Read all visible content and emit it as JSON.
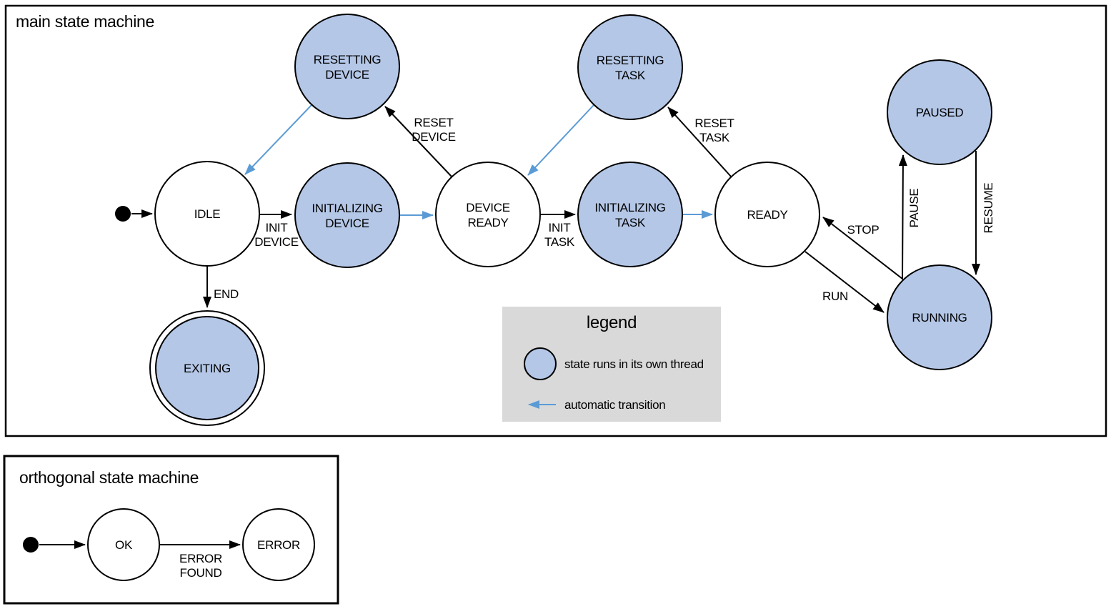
{
  "colors": {
    "threaded_state_fill": "#b4c7e7",
    "automatic_transition_blue": "#5b9bd5",
    "legend_background": "#d9d9d9",
    "ink": "#000000"
  },
  "main": {
    "title": "main state machine",
    "states": {
      "idle": "IDLE",
      "resetting_device": [
        "RESETTING",
        "DEVICE"
      ],
      "initializing_device": [
        "INITIALIZING",
        "DEVICE"
      ],
      "device_ready": [
        "DEVICE",
        "READY"
      ],
      "resetting_task": [
        "RESETTING",
        "TASK"
      ],
      "initializing_task": [
        "INITIALIZING",
        "TASK"
      ],
      "ready": "READY",
      "paused": "PAUSED",
      "running": "RUNNING",
      "exiting": "EXITING"
    },
    "transitions": {
      "init_device": [
        "INIT",
        "DEVICE"
      ],
      "reset_device": [
        "RESET",
        "DEVICE"
      ],
      "init_task": [
        "INIT",
        "TASK"
      ],
      "reset_task": [
        "RESET",
        "TASK"
      ],
      "run": "RUN",
      "stop": "STOP",
      "pause": "PAUSE",
      "resume": "RESUME",
      "end": "END"
    }
  },
  "legend": {
    "title": "legend",
    "items": [
      {
        "symbol": "threaded-state-circle",
        "label": "state runs in its own thread"
      },
      {
        "symbol": "automatic-transition-arrow",
        "label": "automatic transition"
      }
    ]
  },
  "orthogonal": {
    "title": "orthogonal state machine",
    "states": {
      "ok": "OK",
      "error": "ERROR"
    },
    "transitions": {
      "error_found": [
        "ERROR",
        "FOUND"
      ]
    }
  }
}
